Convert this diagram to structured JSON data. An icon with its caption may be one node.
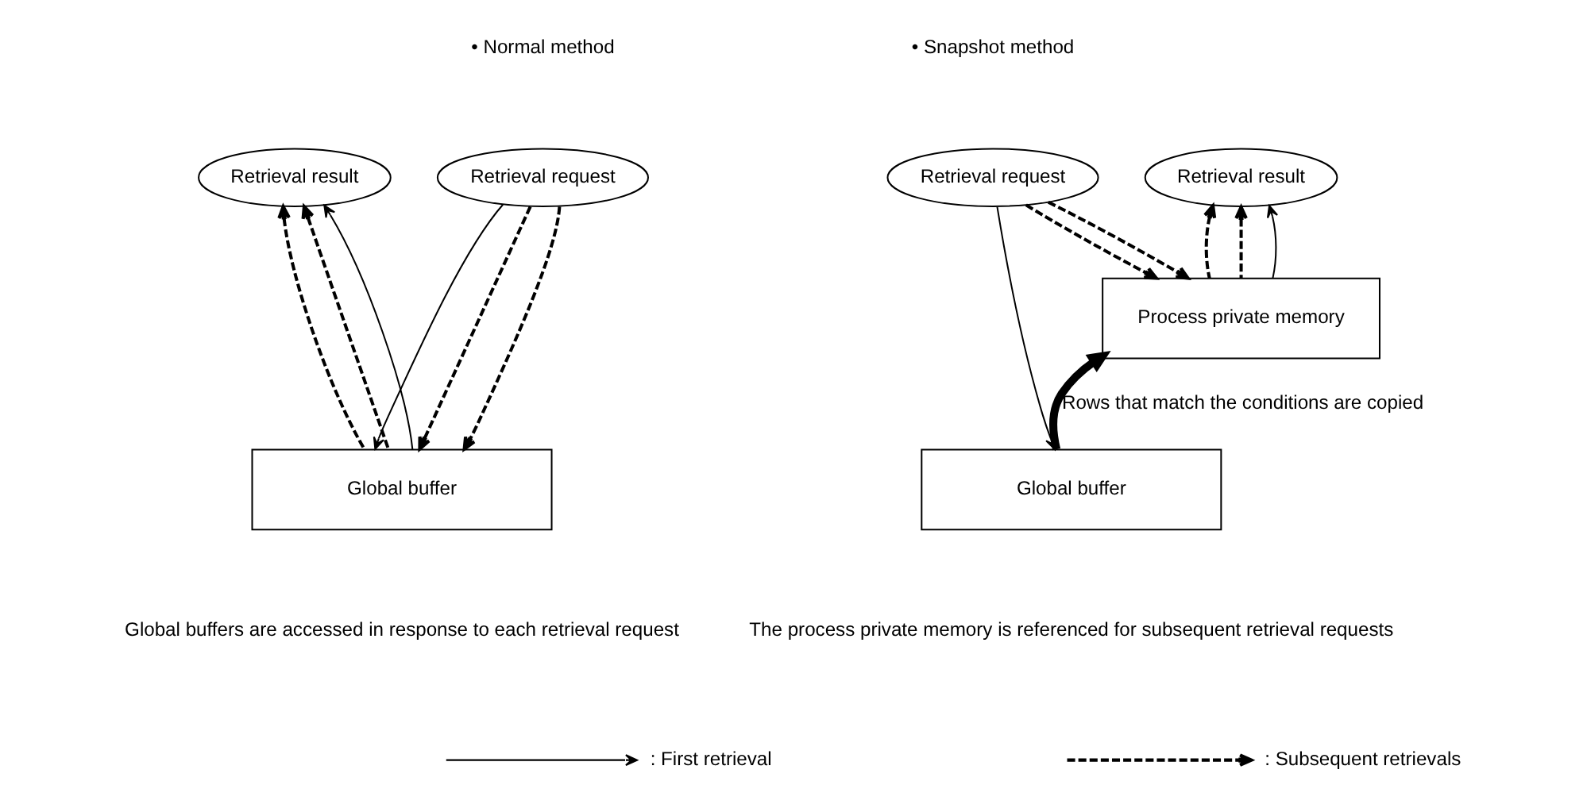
{
  "diagram": {
    "nodes": [
      {
        "text": [
          "Retrieval request"
        ]
      },
      {
        "text": [
          "Retrieval result"
        ]
      },
      {
        "text": [
          "Global buffer"
        ]
      },
      {
        "text": [
          "Retrieval request"
        ]
      },
      {
        "text": [
          "Retrieval result"
        ]
      },
      {
        "text": [
          "Process private memory"
        ]
      },
      {
        "text": [
          "Global buffer"
        ]
      }
    ],
    "edges": [
      {
        "from": 0,
        "to": 2,
        "arrow": "to"
      },
      {
        "from": 0,
        "to": 2,
        "arrow": "to",
        "style": "dashed"
      },
      {
        "from": 0,
        "to": 2,
        "arrow": "to",
        "style": "dashed"
      },
      {
        "from": 2,
        "to": 1,
        "arrow": "to",
        "style": "dashed"
      },
      {
        "from": 2,
        "to": 1,
        "arrow": "to",
        "style": "dashed"
      },
      {
        "from": 2,
        "to": 1,
        "arrow": "to"
      },
      {
        "from": 3,
        "to": 6,
        "arrow": "to"
      },
      {
        "from": 3,
        "to": 5,
        "arrow": "to",
        "style": "dashed"
      },
      {
        "from": 3,
        "to": 5,
        "arrow": "to",
        "style": "dashed"
      },
      {
        "from": 5,
        "to": 4,
        "arrow": "to",
        "style": "dashed"
      },
      {
        "from": 5,
        "to": 4,
        "arrow": "to",
        "style": "dashed"
      },
      {
        "from": 5,
        "to": 4,
        "arrow": "to"
      },
      {
        "from": 6,
        "to": 5,
        "arrow": "to",
        "style": "thick",
        "label": "Rows that match the conditions are copied"
      }
    ],
    "labels": [
      "• Normal method",
      "• Snapshot method",
      "Global buffers are accessed in response to each retrieval request",
      "The process private memory is referenced for subsequent retrieval requests"
    ],
    "legend": [
      {
        "text": ": First retrieval"
      },
      {
        "text": ": Subsequent retrievals"
      }
    ]
  }
}
